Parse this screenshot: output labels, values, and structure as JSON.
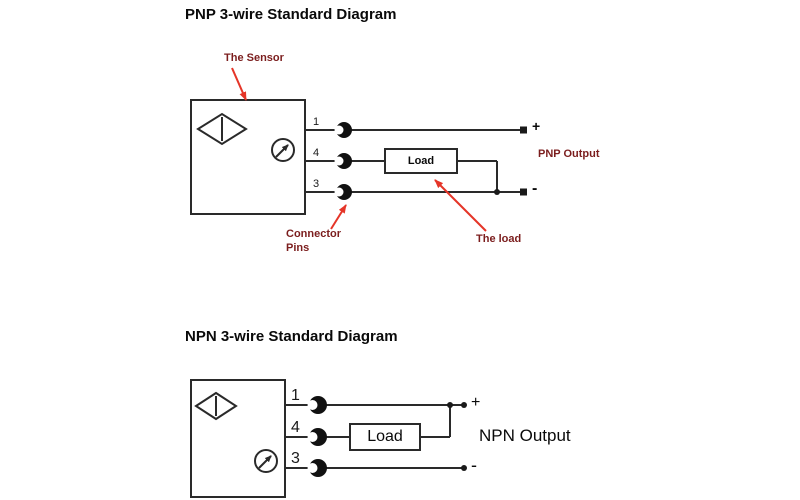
{
  "pnp": {
    "title": "PNP 3-wire Standard Diagram",
    "sensor_label": "The Sensor",
    "pins": {
      "p1": "1",
      "p4": "4",
      "p3": "3"
    },
    "plus": "+",
    "minus": "-",
    "load": "Load",
    "output_label": "PNP Output",
    "connector_pins_label": "Connector\nPins",
    "load_callout": "The load"
  },
  "npn": {
    "title": "NPN 3-wire Standard Diagram",
    "pins": {
      "p1": "1",
      "p4": "4",
      "p3": "3"
    },
    "plus": "+",
    "minus": "-",
    "load": "Load",
    "output_label": "NPN Output"
  },
  "icons": {
    "sensor_symbol": "diamond-sensor-icon",
    "transistor_symbol": "transistor-circle-icon",
    "connector_pin_symbol": "connector-pin-icon"
  },
  "colors": {
    "line": "#2a2a2a",
    "callout_text": "#7b1d1d",
    "arrow": "#e53528"
  }
}
